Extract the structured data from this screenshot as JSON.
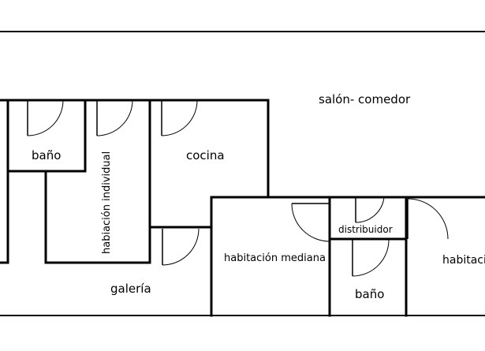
{
  "rooms": {
    "salon_comedor": "salón- comedor",
    "bano_1": "baño",
    "habitacion_individual": "habiación individual",
    "cocina": "cocina",
    "galeria": "galería",
    "habitacion_mediana": "habitación mediana",
    "distribuidor": "distribuidor",
    "bano_2": "baño",
    "habitacion_right": "habitaci"
  }
}
